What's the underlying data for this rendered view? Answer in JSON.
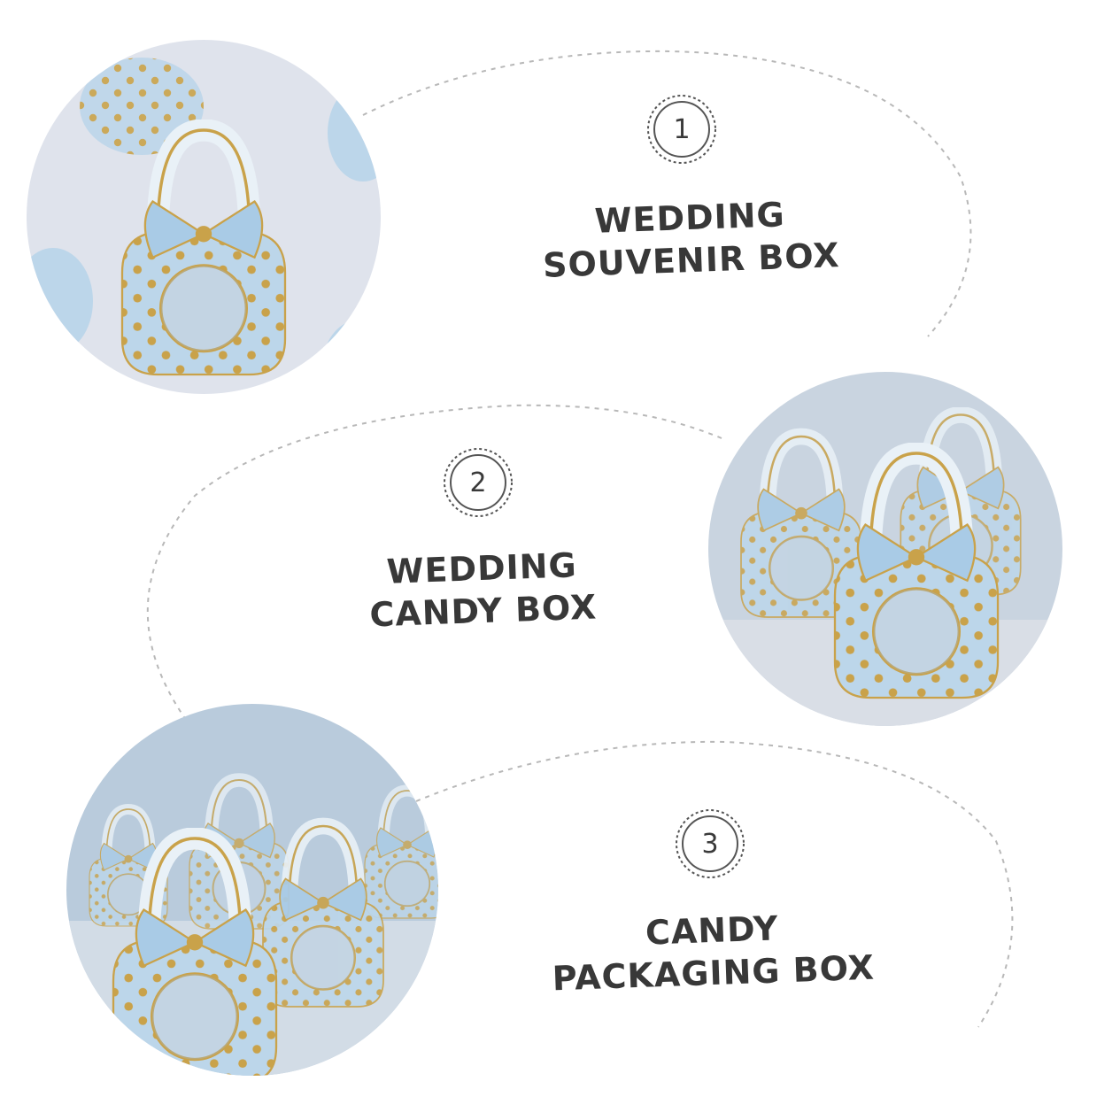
{
  "sections": [
    {
      "number": "1",
      "line1": "WEDDING",
      "line2": "SOUVENIR BOX"
    },
    {
      "number": "2",
      "line1": "WEDDING",
      "line2": "CANDY BOX"
    },
    {
      "number": "3",
      "line1": "CANDY",
      "line2": "PACKAGING BOX"
    }
  ],
  "colors": {
    "box_blue": "#bcd6ea",
    "box_blue_dark": "#9dbfdb",
    "gold": "#c9a24a",
    "photo_bg_1": "#dfe3ec",
    "photo_bg_2": "#c9d4e0",
    "photo_bg_3": "#b9cbdc",
    "dash_line": "#b8b8b8",
    "text": "#383838"
  }
}
